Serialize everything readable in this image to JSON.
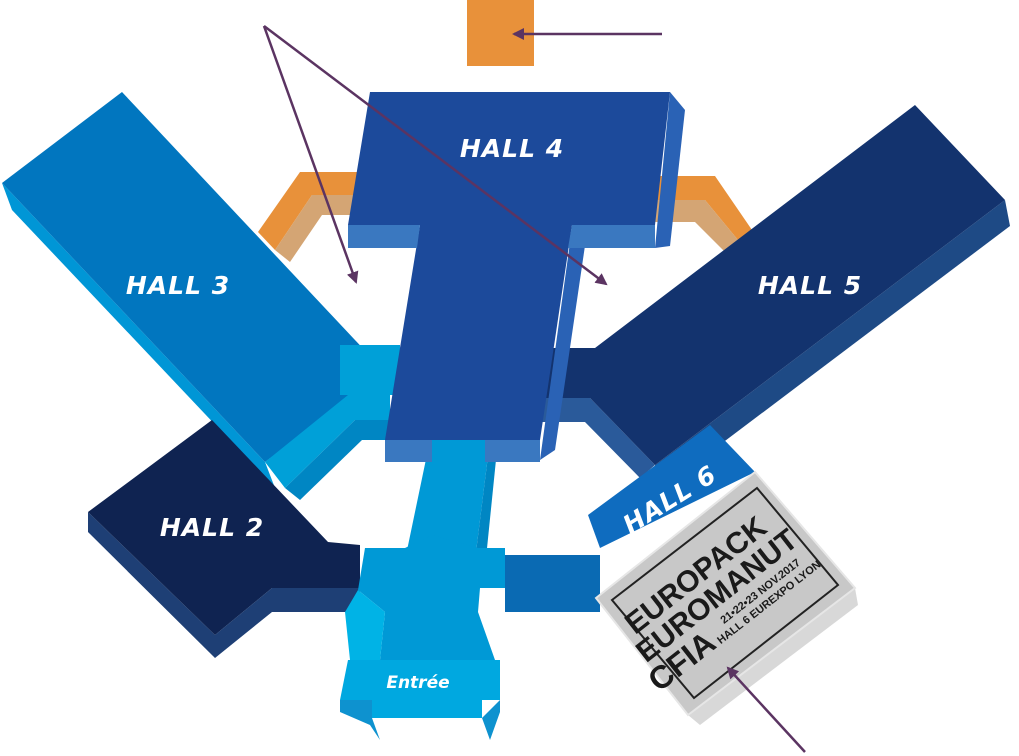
{
  "halls": [
    {
      "id": "hall-2",
      "label": "HALL 2"
    },
    {
      "id": "hall-3",
      "label": "HALL 3"
    },
    {
      "id": "hall-4",
      "label": "HALL 4"
    },
    {
      "id": "hall-5",
      "label": "HALL 5"
    },
    {
      "id": "hall-6",
      "label": "HALL 6"
    }
  ],
  "entrance": {
    "label": "Entrée"
  },
  "sign": {
    "lines": [
      "EUROPACK",
      "EUROMANUT",
      "CFIA"
    ],
    "dates": "21•22•23 NOV.2017",
    "venue": "HALL 6 EUREXPO LYON"
  },
  "colors": {
    "hall2": "#0f2351",
    "hall3": "#0176bf",
    "hall4": "#1c4a9b",
    "hall5": "#13336e",
    "hall6": "#0f6cbf",
    "corridor": "#00a0d8",
    "entrance": "#0099d6",
    "walkway": "#e8913a",
    "arrow": "#5b3462",
    "sign": "#c8c8c8"
  }
}
